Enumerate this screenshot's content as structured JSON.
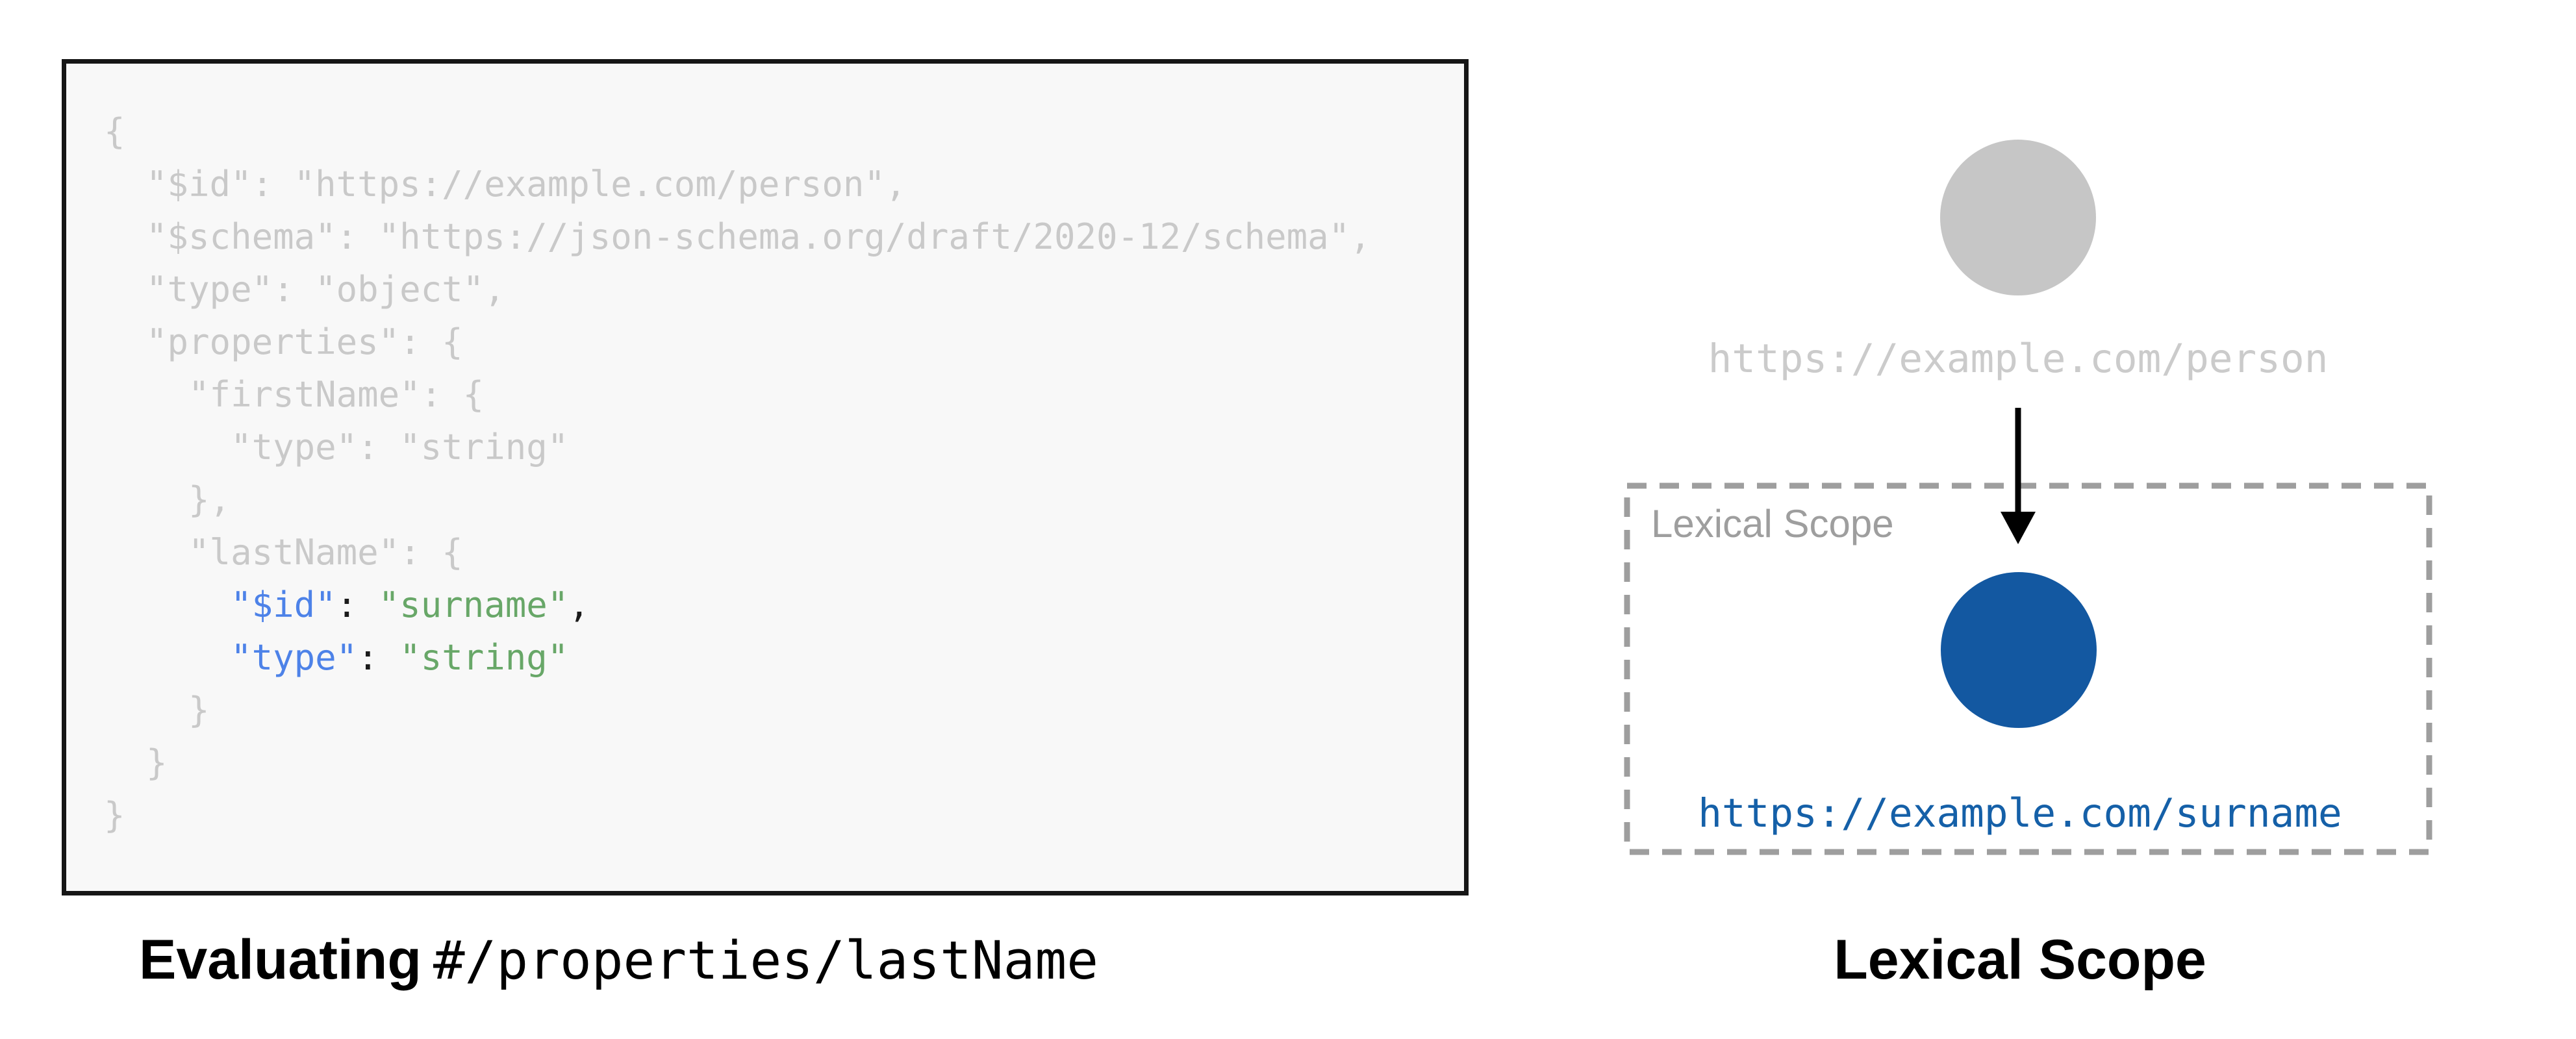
{
  "colors": {
    "code_dim_gray": "#c9c9c9",
    "code_keyword_blue": "#4d82e8",
    "code_string_green": "#68a768",
    "code_punct_black": "#1b1b1b",
    "code_box_bg": "#f8f8f8",
    "code_box_border": "#161616",
    "parent_node_gray": "#c6c6c6",
    "parent_label_gray": "#cbcbcb",
    "scope_border_gray": "#9e9e9e",
    "child_node_blue": "#1358a1",
    "child_label_blue": "#1560a8",
    "arrow_black": "#000000"
  },
  "code_panel": {
    "lines": [
      [
        {
          "t": "{",
          "c": "dim"
        }
      ],
      [
        {
          "t": "  \"$id\": \"https://example.com/person\",",
          "c": "dim"
        }
      ],
      [
        {
          "t": "  \"$schema\": \"https://json-schema.org/draft/2020-12/schema\",",
          "c": "dim"
        }
      ],
      [
        {
          "t": "  \"type\": \"object\",",
          "c": "dim"
        }
      ],
      [
        {
          "t": "  \"properties\": {",
          "c": "dim"
        }
      ],
      [
        {
          "t": "    \"firstName\": {",
          "c": "dim"
        }
      ],
      [
        {
          "t": "      \"type\": \"string\"",
          "c": "dim"
        }
      ],
      [
        {
          "t": "    },",
          "c": "dim"
        }
      ],
      [
        {
          "t": "    \"lastName\": {",
          "c": "dim"
        }
      ],
      [
        {
          "t": "      ",
          "c": "dim"
        },
        {
          "t": "\"$id\"",
          "c": "key"
        },
        {
          "t": ": ",
          "c": "punct"
        },
        {
          "t": "\"surname\"",
          "c": "str"
        },
        {
          "t": ",",
          "c": "punct"
        }
      ],
      [
        {
          "t": "      ",
          "c": "dim"
        },
        {
          "t": "\"type\"",
          "c": "key"
        },
        {
          "t": ": ",
          "c": "punct"
        },
        {
          "t": "\"string\"",
          "c": "str"
        }
      ],
      [
        {
          "t": "    }",
          "c": "dim"
        }
      ],
      [
        {
          "t": "  }",
          "c": "dim"
        }
      ],
      [
        {
          "t": "}",
          "c": "dim"
        }
      ]
    ],
    "caption_bold": "Evaluating",
    "caption_mono": "#/properties/lastName"
  },
  "diagram": {
    "parent_node_label": "https://example.com/person",
    "scope_box_label": "Lexical Scope",
    "child_node_label": "https://example.com/surname",
    "caption": "Lexical Scope"
  }
}
